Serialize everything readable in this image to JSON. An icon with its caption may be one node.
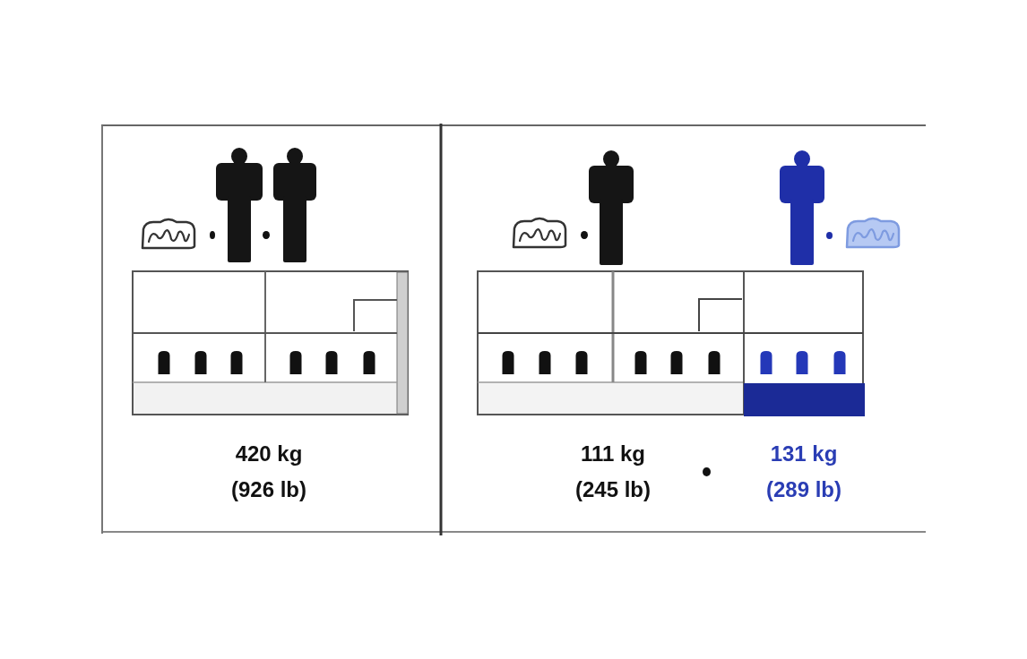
{
  "diagram": {
    "labels": [
      "420 kg (926 lb)",
      "111 kg (245 lb)",
      "131 kg (289 lb)"
    ]
  }
}
